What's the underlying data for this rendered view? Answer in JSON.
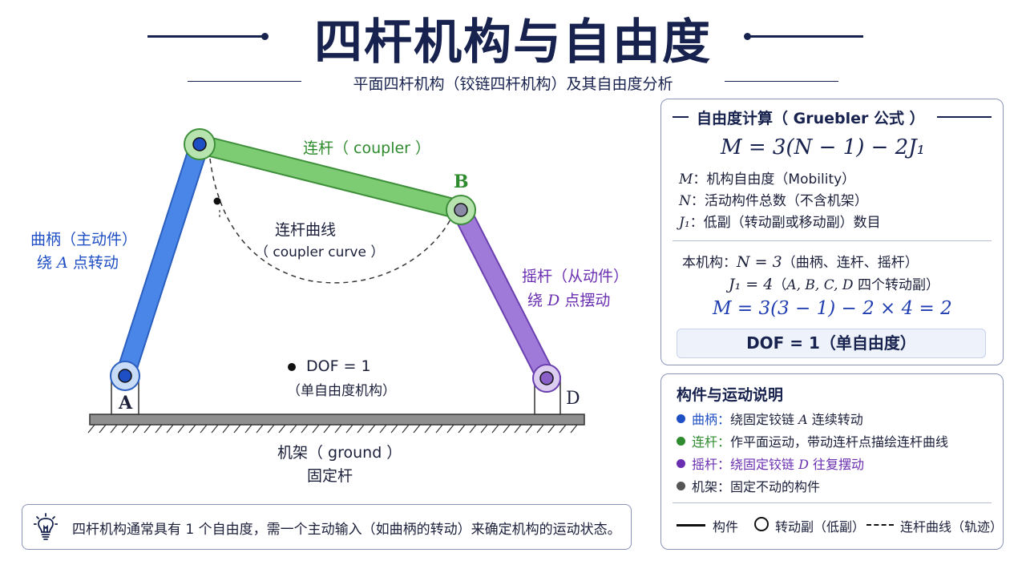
{
  "header": {
    "title": "四杆机构与自由度",
    "subtitle": "平面四杆机构（铰链四杆机构）及其自由度分析"
  },
  "diagram": {
    "coupler_label": "连杆（ coupler ）",
    "coupler_curve_label": "连杆曲线",
    "coupler_curve_sub": "（ coupler curve ）",
    "crank_label": "曲柄（主动件）",
    "crank_sub_prefix": "绕 ",
    "crank_sub_var": "A",
    "crank_sub_suffix": " 点转动",
    "rocker_label": "摇杆（从动件）",
    "rocker_sub_prefix": "绕 ",
    "rocker_sub_var": "D",
    "rocker_sub_suffix": " 点摆动",
    "joint_a": "A",
    "joint_b": "B",
    "joint_d": "D",
    "dof_label": "DOF = 1",
    "dof_sub": "（单自由度机构）",
    "ground_label": "机架（ ground ）",
    "ground_sub": "固定杆"
  },
  "calc_panel": {
    "heading": "自由度计算（ Gruebler 公式 ）",
    "formula": "M = 3(N − 1) − 2J₁",
    "def_m_var": "M",
    "def_m": "：机构自由度（Mobility）",
    "def_n_var": "N",
    "def_n": "：活动构件总数（不含机架）",
    "def_j_var": "J₁",
    "def_j": "：低副（转动副或移动副）数目",
    "this_prefix": "本机构：",
    "this_n": "N = 3",
    "this_n_note": "（曲柄、连杆、摇杆）",
    "this_j": "J₁ = 4",
    "this_j_note_open": "（",
    "this_j_vars": "A, B, C, D",
    "this_j_note_close": " 四个转动副）",
    "result_formula": "M = 3(3 − 1) − 2 × 4 = 2",
    "dof_box": "DOF = 1（单自由度）"
  },
  "parts_panel": {
    "heading": "构件与运动说明",
    "items": [
      {
        "name": "曲柄：",
        "desc_pre": "绕固定铰链 ",
        "var": "A",
        "desc_post": " 连续转动",
        "color": "#1f4fc4"
      },
      {
        "name": "连杆：",
        "desc_pre": "作平面运动，带动连杆点描绘连杆曲线",
        "var": "",
        "desc_post": "",
        "color": "#2e8b2e"
      },
      {
        "name": "摇杆：",
        "desc_pre": "绕固定铰链 ",
        "var": "D",
        "desc_post": " 往复摆动",
        "color": "#6a2eb0"
      },
      {
        "name": "机架：",
        "desc_pre": "固定不动的构件",
        "var": "",
        "desc_post": "",
        "color": "#555555"
      }
    ],
    "legend": {
      "member": "构件",
      "joint": "转动副（低副）",
      "curve": "连杆曲线（轨迹）"
    }
  },
  "note": {
    "text": "四杆机构通常具有 1 个自由度，需一个主动输入（如曲柄的转动）来确定机构的运动状态。",
    "icon": "lightbulb-icon"
  },
  "colors": {
    "navy": "#17224e",
    "crank": "#4a86e8",
    "coupler": "#7dcb72",
    "rocker": "#a07ad8"
  }
}
